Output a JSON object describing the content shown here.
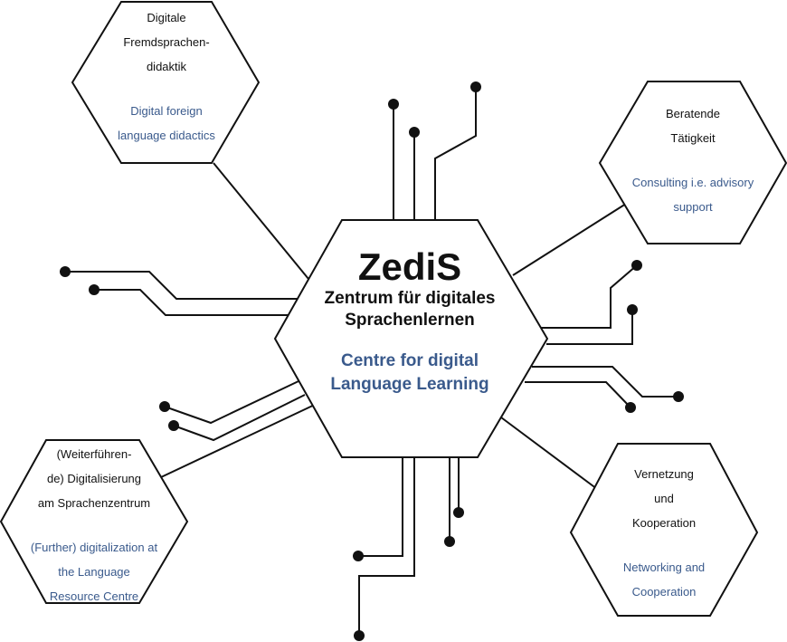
{
  "center": {
    "title": "ZediS",
    "subtitle_de_1": "Zentrum für digitales",
    "subtitle_de_2": "Sprachenlernen",
    "subtitle_en_1": "Centre for digital",
    "subtitle_en_2": "Language Learning"
  },
  "nodes": {
    "didactics": {
      "de_1": "Digitale",
      "de_2": "Fremdsprachen-",
      "de_3": "didaktik",
      "en_1": "Digital foreign",
      "en_2": "language didactics"
    },
    "consulting": {
      "de_1": "Beratende",
      "de_2": "Tätigkeit",
      "en_1": "Consulting i.e. advisory",
      "en_2": "support"
    },
    "digitalization": {
      "de_1": "(Weiterführen-",
      "de_2": "de) Digitalisierung",
      "de_3": "am Sprachenzentrum",
      "en_1": "(Further) digitalization at",
      "en_2": "the Language",
      "en_3": "Resource Centre"
    },
    "networking": {
      "de_1": "Vernetzung",
      "de_2": "und",
      "de_3": "Kooperation",
      "en_1": "Networking and",
      "en_2": "Cooperation"
    }
  },
  "colors": {
    "outline": "#111111",
    "english_text": "#3a5a8c",
    "german_text": "#111111",
    "background": "#ffffff"
  }
}
